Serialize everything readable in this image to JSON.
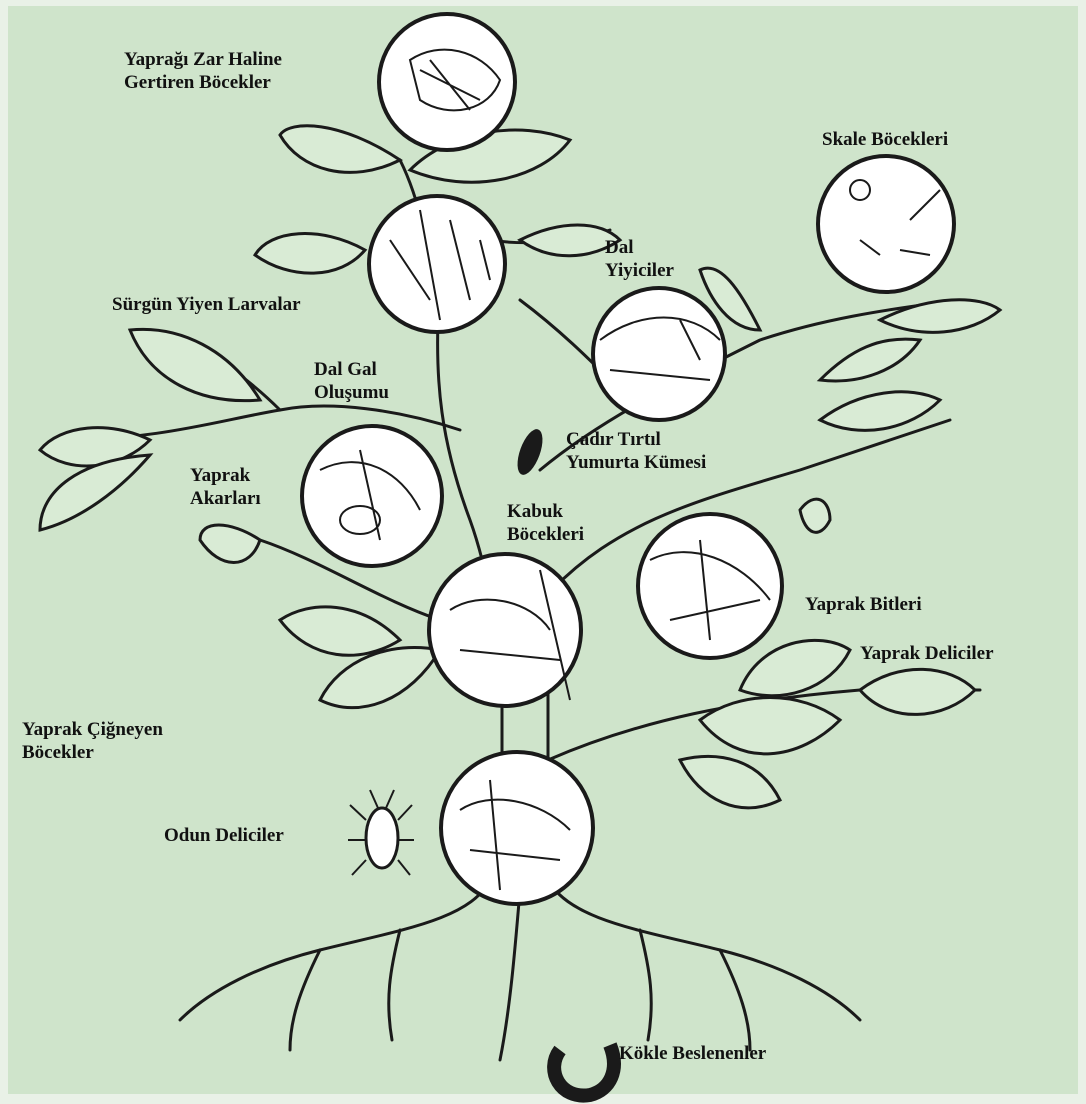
{
  "colors": {
    "background": "#cfe4cb",
    "border": "#e9f1e7",
    "ink": "#1a1a1a",
    "circle_fill": "#ffffff"
  },
  "labels": {
    "leaf_skeletonizers": [
      "Yaprağı Zar Haline",
      "Gertiren Böcekler"
    ],
    "scale_insects": [
      "Skale Böcekleri"
    ],
    "twig_eaters": [
      "Dal",
      "Yiyiciler"
    ],
    "shoot_larvae": [
      "Sürgün Yiyen Larvalar"
    ],
    "twig_gall": [
      "Dal Gal",
      "Oluşumu"
    ],
    "tent_caterpillar": [
      "Çadır Tırtıl",
      "Yumurta Kümesi"
    ],
    "leaf_mites": [
      "Yaprak",
      "Akarları"
    ],
    "bark_beetles": [
      "Kabuk",
      "Böcekleri"
    ],
    "aphids": [
      "Yaprak Bitleri"
    ],
    "leaf_miners": [
      "Yaprak Deliciler"
    ],
    "leaf_chewers": [
      "Yaprak Çiğneyen",
      "Böcekler"
    ],
    "wood_borers": [
      "Odun Deliciler"
    ],
    "root_feeders": [
      "Kökle Beslenenler"
    ]
  }
}
